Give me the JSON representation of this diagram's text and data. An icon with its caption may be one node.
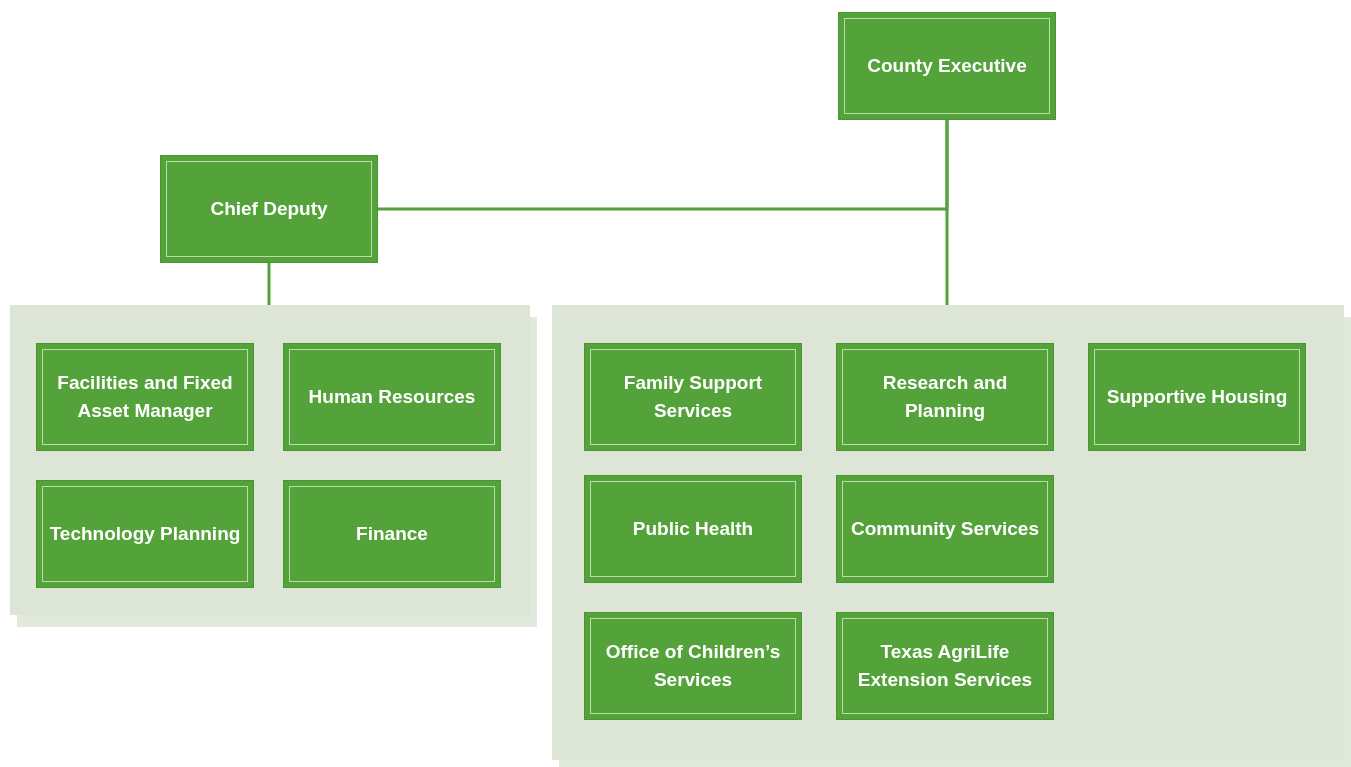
{
  "diagram": {
    "nodes": [
      {
        "text": [
          "County Executive"
        ]
      },
      {
        "text": [
          "Chief Deputy"
        ]
      },
      {
        "text": [],
        "shape": "box"
      },
      {
        "text": [
          "Facilities and Fixed Asset Manager"
        ],
        "in": 2
      },
      {
        "text": [
          "Human Resources"
        ],
        "in": 2
      },
      {
        "text": [
          "Technology Planning"
        ],
        "in": 2
      },
      {
        "text": [
          "Finance"
        ],
        "in": 2
      },
      {
        "text": [],
        "shape": "box"
      },
      {
        "text": [
          "Family Support Services"
        ],
        "in": 7
      },
      {
        "text": [
          "Research and Planning"
        ],
        "in": 7
      },
      {
        "text": [
          "Supportive Housing"
        ],
        "in": 7
      },
      {
        "text": [
          "Public Health"
        ],
        "in": 7
      },
      {
        "text": [
          "Community Services"
        ],
        "in": 7
      },
      {
        "text": [
          "Office of Children’s Services"
        ],
        "in": 7
      },
      {
        "text": [
          "Texas AgriLife Extension Services"
        ],
        "in": 7
      }
    ],
    "edges": [
      {
        "from": 0,
        "to": 1,
        "arrow": "none"
      },
      {
        "from": 0,
        "to": 7,
        "arrow": "none"
      },
      {
        "from": 1,
        "to": 2,
        "arrow": "none"
      }
    ]
  }
}
